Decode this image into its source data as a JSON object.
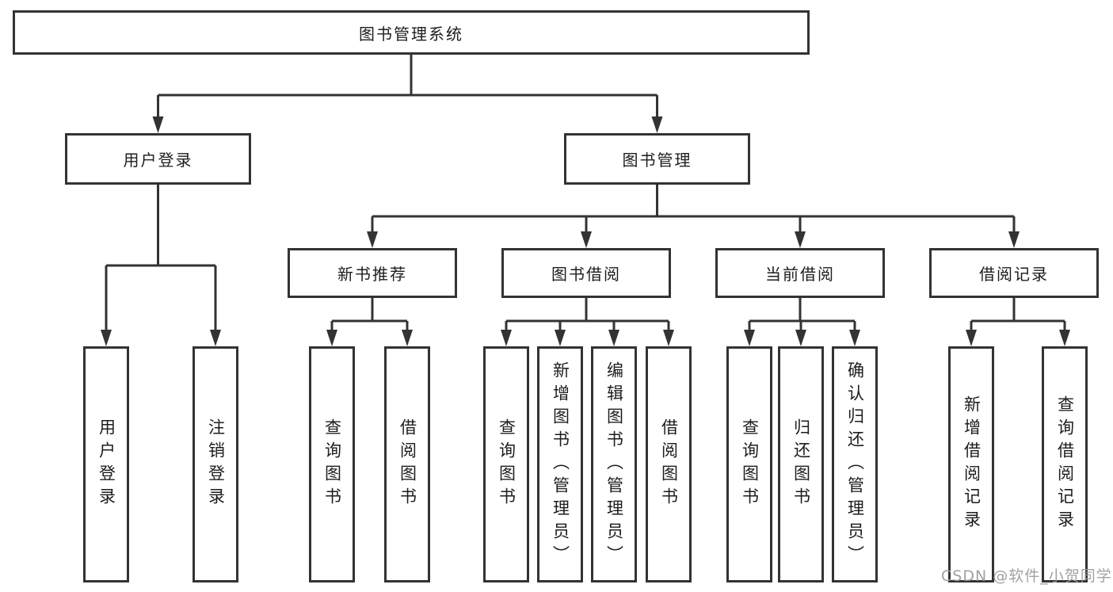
{
  "diagram": {
    "title": "图书管理系统",
    "nodes": {
      "root": "图书管理系统",
      "l2": [
        "用户登录",
        "图书管理"
      ],
      "l3": [
        "新书推荐",
        "图书借阅",
        "当前借阅",
        "借阅记录"
      ],
      "leaves_user_login": [
        "用户登录",
        "注销登录"
      ],
      "leaves_new_book": [
        "查询图书",
        "借阅图书"
      ],
      "leaves_book_borrow": [
        "查询图书",
        "新增图书（管理员）",
        "编辑图书（管理员）",
        "借阅图书"
      ],
      "leaves_current_borrow": [
        "查询图书",
        "归还图书",
        "确认归还（管理员）"
      ],
      "leaves_borrow_records": [
        "新增借阅记录",
        "查询借阅记录"
      ]
    },
    "watermark": "CSDN @软件_小贺同学",
    "colors": {
      "line": "#333333",
      "text": "#1d1d1f",
      "watermark": "#98999e",
      "background": "#ffffff"
    }
  }
}
